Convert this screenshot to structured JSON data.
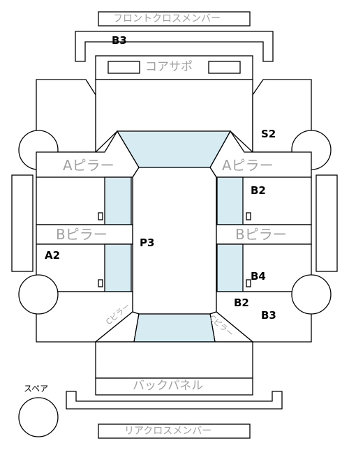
{
  "colors": {
    "stroke": "#000000",
    "window_fill": "#d6ebf2",
    "part_text": "#a0a0a0",
    "code_text": "#000000"
  },
  "parts": {
    "front_cross_member": "フロントクロスメンバー",
    "core_support": "コアサポ",
    "a_pillar_left": "Aピラー",
    "a_pillar_right": "Aピラー",
    "b_pillar_left": "Bピラー",
    "b_pillar_right": "Bピラー",
    "c_pillar_left": "Cピラー",
    "c_pillar_right": "Cピラー",
    "back_panel": "バックパネル",
    "rear_cross_member": "リアクロスメンバー",
    "spare": "スペア"
  },
  "codes": {
    "front_member": "B3",
    "right_front_fender": "S2",
    "right_front_door": "B2",
    "roof": "P3",
    "left_rear_door": "A2",
    "right_rear_door": "B4",
    "right_rear_quarter": "B2",
    "right_rear_fender": "B3"
  }
}
